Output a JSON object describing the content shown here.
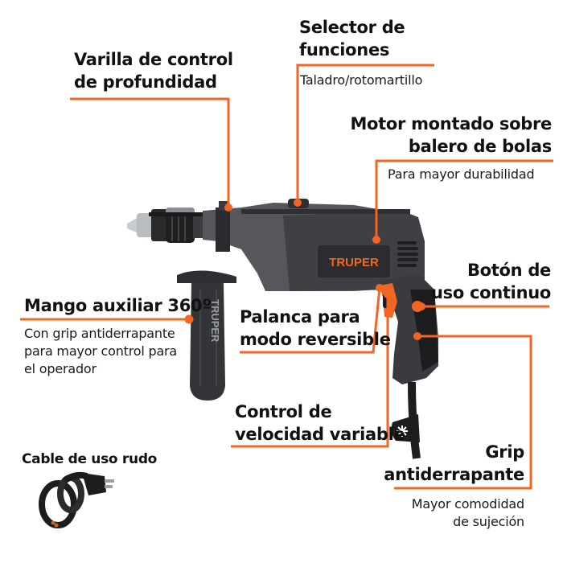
{
  "colors": {
    "accent": "#f26522",
    "drill_body": "#4a4b4f",
    "drill_dark": "#2b2c2f",
    "drill_black": "#1d1d1f",
    "chuck_metal": "#b9bcc0",
    "text": "#111111"
  },
  "brand": {
    "logo_text": "TRUPER",
    "handle_logo_text": "TRUPER"
  },
  "callouts": {
    "varilla": {
      "title_line1": "Varilla de control",
      "title_line2": "de profundidad"
    },
    "selector": {
      "title_line1": "Selector de",
      "title_line2": "funciones",
      "subtitle": "Taladro/rotomartillo"
    },
    "motor": {
      "title_line1": "Motor montado sobre",
      "title_line2": "balero de bolas",
      "subtitle": "Para mayor durabilidad"
    },
    "boton": {
      "title_line1": "Botón de",
      "title_line2": "uso continuo"
    },
    "mango": {
      "title": "Mango auxiliar 360º",
      "subtitle_line1": "Con grip antiderrapante",
      "subtitle_line2": "para mayor control para",
      "subtitle_line3": "el operador"
    },
    "palanca": {
      "title_line1": "Palanca para",
      "title_line2": "modo reversible"
    },
    "control": {
      "title_line1": "Control de",
      "title_line2": "velocidad variable"
    },
    "grip": {
      "title_line1": "Grip",
      "title_line2": "antiderrapante",
      "subtitle_line1": "Mayor comodidad",
      "subtitle_line2": "de sujeción"
    },
    "cable": {
      "title": "Cable de uso rudo"
    }
  },
  "icons": {
    "chuck": "drill-chuck-icon",
    "handle": "auxiliary-handle-icon",
    "cable": "power-cable-plug-icon",
    "cord_guard": "starburst-icon"
  }
}
